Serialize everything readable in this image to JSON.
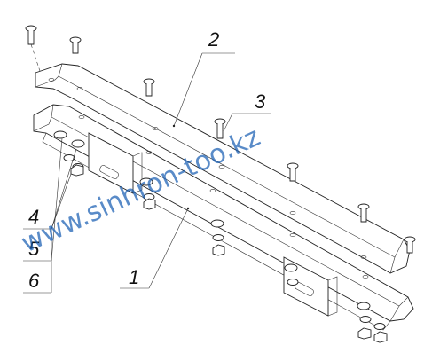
{
  "callouts": {
    "c1": "1",
    "c2": "2",
    "c3": "3",
    "c4": "4",
    "c5": "5",
    "c6": "6"
  },
  "watermark": "www.sinhron-too.kz"
}
